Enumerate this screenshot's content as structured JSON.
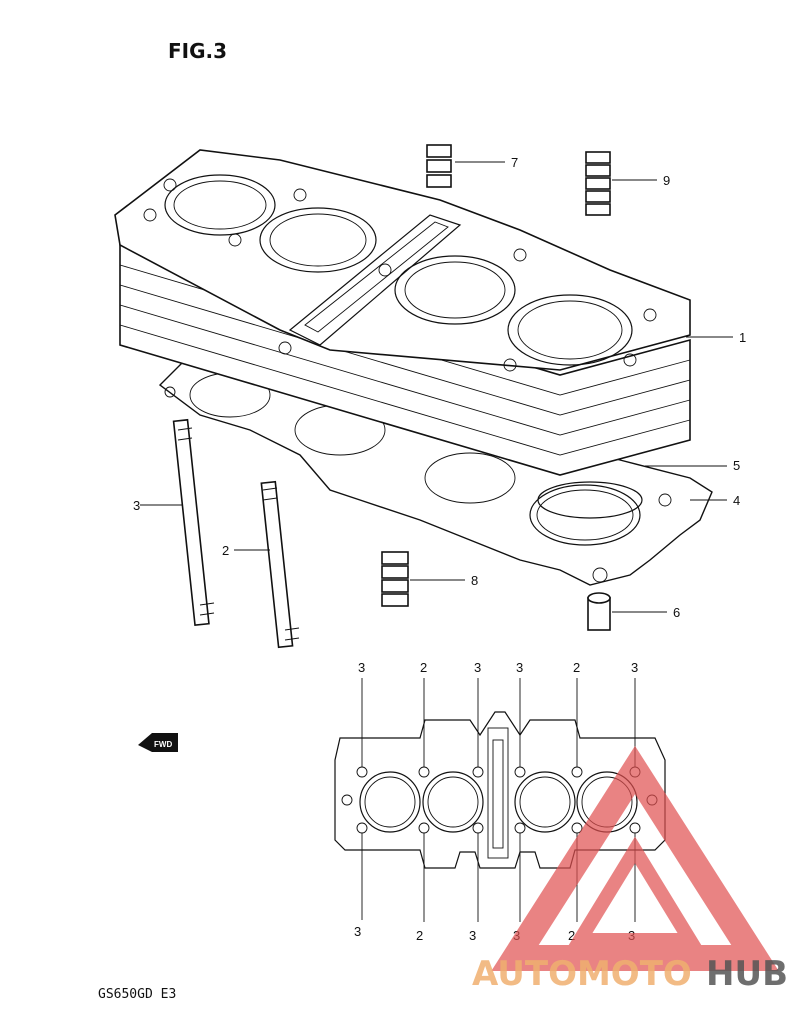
{
  "figure": {
    "title": "FIG.3",
    "model": "GS650GD  E3"
  },
  "callouts": [
    {
      "id": "c1",
      "text": "1"
    },
    {
      "id": "c2",
      "text": "2"
    },
    {
      "id": "c3",
      "text": "3"
    },
    {
      "id": "c4",
      "text": "4"
    },
    {
      "id": "c5",
      "text": "5"
    },
    {
      "id": "c6",
      "text": "6"
    },
    {
      "id": "c7",
      "text": "7"
    },
    {
      "id": "c8",
      "text": "8"
    },
    {
      "id": "c9",
      "text": "9"
    }
  ],
  "layout_top_labels": [
    "3",
    "2",
    "3",
    "3",
    "2",
    "3"
  ],
  "layout_bottom_labels": [
    "3",
    "2",
    "3",
    "3",
    "2",
    "3"
  ],
  "fwd_arrow": {
    "text": "FWD"
  },
  "watermark": {
    "part1": "AUTOMOTO",
    "part2": "HUB",
    "color1": "#f0b070",
    "color2": "#555555",
    "triangle_color": "#e05050"
  }
}
